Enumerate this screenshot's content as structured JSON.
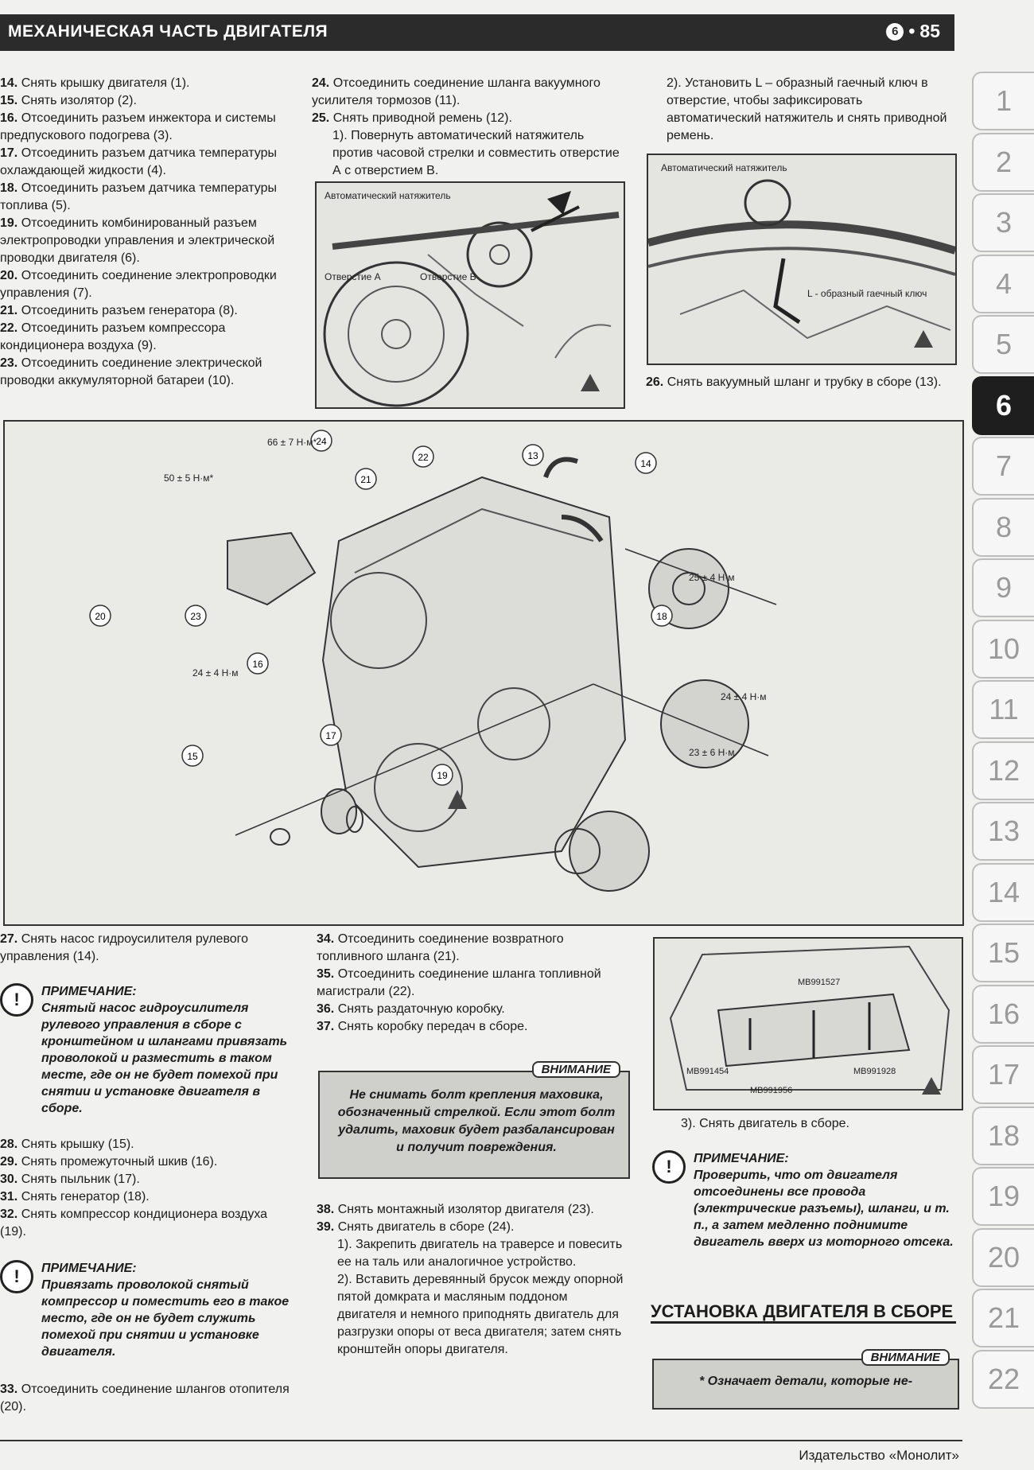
{
  "header": {
    "title": "МЕХАНИЧЕСКАЯ ЧАСТЬ ДВИГАТЕЛЯ",
    "page": "85",
    "chapter_icon": "6"
  },
  "col1": {
    "steps": [
      {
        "num": "14.",
        "text": "Снять крышку двигателя (1)."
      },
      {
        "num": "15.",
        "text": "Снять изолятор (2)."
      },
      {
        "num": "16.",
        "text": "Отсоединить разъем инжектора и системы предпускового подогрева (3)."
      },
      {
        "num": "17.",
        "text": "Отсоединить разъем датчика температуры охлаждающей жидкости (4)."
      },
      {
        "num": "18.",
        "text": "Отсоединить разъем датчика температуры топлива (5)."
      },
      {
        "num": "19.",
        "text": "Отсоединить комбинированный разъем электропроводки управления и электрической проводки двигателя (6)."
      },
      {
        "num": "20.",
        "text": "Отсоединить соединение электропроводки управления (7)."
      },
      {
        "num": "21.",
        "text": "Отсоединить разъем генератора (8)."
      },
      {
        "num": "22.",
        "text": "Отсоединить разъем компрессора кондиционера воздуха (9)."
      },
      {
        "num": "23.",
        "text": "Отсоединить соединение электрической проводки аккумуляторной батареи (10)."
      }
    ],
    "steps_b": [
      {
        "num": "27.",
        "text": "Снять насос гидроусилителя рулевого управления (14)."
      }
    ],
    "note1_head": "ПРИМЕЧАНИЕ:",
    "note1_text": "Снятый насос гидроусилителя рулевого управления в сборе с кронштейном и шлангами привязать проволокой и разместить в таком месте, где он не будет помехой при снятии и установке двигателя в сборе.",
    "steps_c": [
      {
        "num": "28.",
        "text": "Снять крышку (15)."
      },
      {
        "num": "29.",
        "text": "Снять промежуточный шкив (16)."
      },
      {
        "num": "30.",
        "text": "Снять пыльник (17)."
      },
      {
        "num": "31.",
        "text": "Снять генератор (18)."
      },
      {
        "num": "32.",
        "text": "Снять компрессор кондиционера воздуха (19)."
      }
    ],
    "note2_head": "ПРИМЕЧАНИЕ:",
    "note2_text": "Привязать проволокой снятый компрессор и поместить его в такое место, где он не будет служить помехой при снятии и установке двигателя.",
    "steps_d": [
      {
        "num": "33.",
        "text": "Отсоединить соединение шлангов отопителя (20)."
      }
    ]
  },
  "col2": {
    "steps": [
      {
        "num": "24.",
        "text": "Отсоединить соединение шланга вакуумного усилителя тормозов (11)."
      },
      {
        "num": "25.",
        "text": "Снять приводной ремень (12)."
      }
    ],
    "sub1": "1). Повернуть автоматический натяжитель против часовой стрелки и совместить отверстие А с отверстием В.",
    "fig1_label_tensioner": "Автоматический натяжитель",
    "fig1_label_hole_a": "Отверстие А",
    "fig1_label_hole_b": "Отверстие В",
    "steps_b": [
      {
        "num": "34.",
        "text": "Отсоединить соединение возвратного топливного шланга (21)."
      },
      {
        "num": "35.",
        "text": "Отсоединить соединение шланга топливной магистрали (22)."
      },
      {
        "num": "36.",
        "text": "Снять раздаточную коробку."
      },
      {
        "num": "37.",
        "text": "Снять коробку передач в сборе."
      }
    ],
    "warn_label": "ВНИМАНИЕ",
    "warn_text": "Не снимать болт крепления маховика, обозначенный стрелкой. Если этот болт удалить, маховик будет разбалансирован и получит повреждения.",
    "steps_c": [
      {
        "num": "38.",
        "text": "Снять монтажный изолятор двигателя (23)."
      },
      {
        "num": "39.",
        "text": "Снять двигатель в сборе (24)."
      }
    ],
    "sub2": "1). Закрепить двигатель на траверсе и повесить ее на таль или аналогичное устройство.",
    "sub3": "2). Вставить деревянный брусок между опорной пятой домкрата и масляным поддоном двигателя и немного приподнять двигатель для разгрузки опоры от веса двигателя; затем снять кронштейн опоры двигателя."
  },
  "col3": {
    "sub1": "2). Установить L – образный гаечный ключ в отверстие, чтобы зафиксировать автоматический натяжитель и снять приводной ремень.",
    "fig2_label_tensioner": "Автоматический натяжитель",
    "fig2_label_key": "L - образный гаечный ключ",
    "step26": {
      "num": "26.",
      "text": "Снять вакуумный шланг и трубку в сборе (13)."
    },
    "fig3_labels": [
      "MB991527",
      "MB991454",
      "MB991956",
      "MB991928"
    ],
    "sub2": "3). Снять двигатель в сборе.",
    "note_head": "ПРИМЕЧАНИЕ:",
    "note_text": "Проверить, что от двигателя отсоединены все провода (электрические разъемы), шланги, и т. п., а затем медленно поднимите двигатель вверх из моторного отсека.",
    "section_title": "УСТАНОВКА ДВИГАТЕЛЯ В СБОРЕ",
    "warn_label": "ВНИМАНИЕ",
    "warn_text": "* Означает детали, которые не-"
  },
  "main_figure": {
    "callouts": [
      "13",
      "14",
      "15",
      "16",
      "17",
      "18",
      "19",
      "20",
      "21",
      "22",
      "23",
      "24"
    ],
    "torques": [
      "66 ± 7 Н·м*",
      "50 ± 5 Н·м*",
      "25 ± 4 Н·м",
      "24 ± 4 Н·м",
      "24 ± 4 Н·м",
      "23 ± 6 Н·м"
    ]
  },
  "tabs": [
    "1",
    "2",
    "3",
    "4",
    "5",
    "6",
    "7",
    "8",
    "9",
    "10",
    "11",
    "12",
    "13",
    "14",
    "15",
    "16",
    "17",
    "18",
    "19",
    "20",
    "21",
    "22"
  ],
  "active_tab": "6",
  "footer": {
    "publisher": "Издательство «Монолит»"
  }
}
